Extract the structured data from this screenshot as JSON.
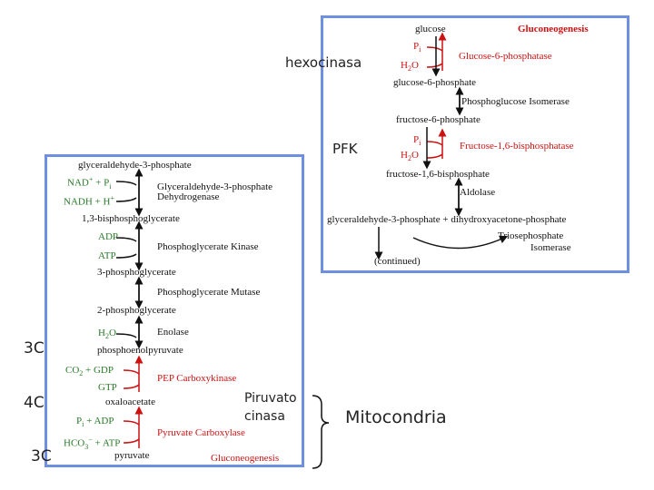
{
  "right_panel": {
    "glucose": "glucose",
    "gluconeogenesis": "Gluconeogenesis",
    "pi_1": "P",
    "pi_1_sub": "i",
    "h2o_1": "H",
    "h2o_1_sub": "2",
    "h2o_1_end": "O",
    "glucose6p_phosphatase": "Glucose-6-phosphatase",
    "glucose6p": "glucose-6-phosphate",
    "phosphoglucose_isomerase": "Phosphoglucose Isomerase",
    "fructose6p": "fructose-6-phosphate",
    "pi_2": "P",
    "pi_2_sub": "i",
    "fructose16_bisphosphatase": "Fructose-1,6-bisphosphatase",
    "h2o_2": "H",
    "h2o_2_sub": "2",
    "h2o_2_end": "O",
    "fructose16bp": "fructose-1,6-bisphosphate",
    "aldolase": "Aldolase",
    "g3p_dhap": "glyceraldehyde-3-phosphate + dihydroxyacetone-phosphate",
    "triosephosphate": "Triosephosphate",
    "isomerase": "Isomerase",
    "continued": "(continued)"
  },
  "left_panel": {
    "g3p": "glyceraldehyde-3-phosphate",
    "nad": "NAD",
    "nad_sup": "+",
    "nad_plus_pi": " + P",
    "nad_pi_sub": "i",
    "nadh": "NADH + H",
    "nadh_sup": "+",
    "g3p_dh_1": "Glyceraldehyde-3-phosphate",
    "g3p_dh_2": "Dehydrogenase",
    "bpg13": "1,3-bisphosphoglycerate",
    "adp": "ADP",
    "atp": "ATP",
    "pg_kinase": "Phosphoglycerate Kinase",
    "pg3": "3-phosphoglycerate",
    "pg_mutase": "Phosphoglycerate Mutase",
    "pg2": "2-phosphoglycerate",
    "h2o": "H",
    "h2o_sub": "2",
    "h2o_end": "O",
    "enolase": "Enolase",
    "pep": "phosphoenolpyruvate",
    "co2_gdp": "CO",
    "co2_sub": "2",
    "co2_gdp_end": " + GDP",
    "pep_carboxykinase": "PEP Carboxykinase",
    "gtp": "GTP",
    "oxaloacetate": "oxaloacetate",
    "pi_adp": "P",
    "pi_adp_sub": "i",
    "pi_adp_end": " + ADP",
    "pyruvate_carboxylase": "Pyruvate Carboxylase",
    "hco3_atp": "HCO",
    "hco3_sub": "3",
    "hco3_sup": "−",
    "hco3_end": " + ATP",
    "pyruvate": "pyruvate",
    "gluconeogenesis": "Gluconeogenesis"
  },
  "annotations": {
    "hexocinasa": "hexocinasa",
    "pfk": "PFK",
    "label_30_a": "3C",
    "label_40": "4C",
    "label_30_b": "3C",
    "piruvato": "Piruvato",
    "cinasa": "cinasa",
    "mitocondria": "Mitocondria"
  },
  "colors": {
    "panel_border": "#6f8fe0",
    "arrow_red": "#cc1111",
    "arrow_black": "#111111",
    "text_green": "#2a7a2a"
  }
}
